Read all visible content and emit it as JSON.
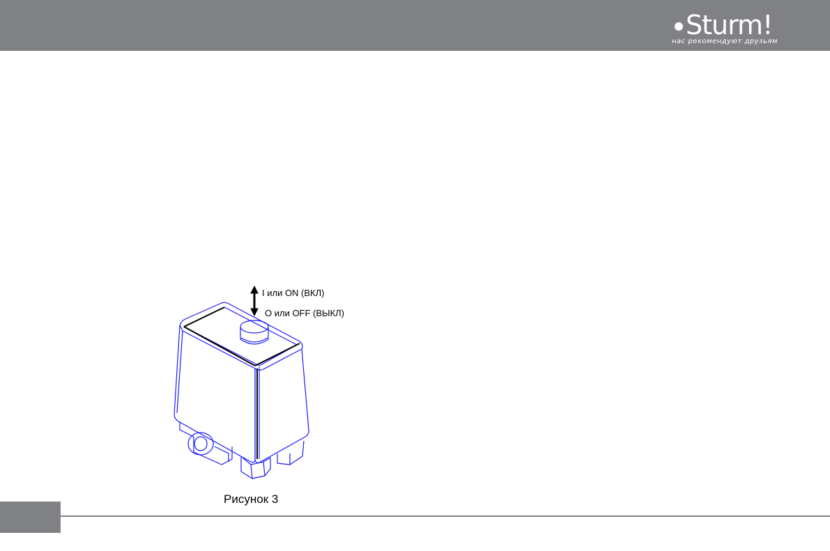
{
  "header": {
    "brand": "Sturm!",
    "slogan": "нас рекомендуют друзьям",
    "bar_color": "#808184",
    "logo_icon": "brand-dot-icon"
  },
  "figure": {
    "label_on": "I или ON (ВКЛ)",
    "label_off": "O или OFF (ВЫКЛ)",
    "caption": "Рисунок 3",
    "line_color": "#1a1aff",
    "arrow_icon": "up-down-arrow-icon"
  },
  "footer": {
    "tab_color": "#808184"
  }
}
